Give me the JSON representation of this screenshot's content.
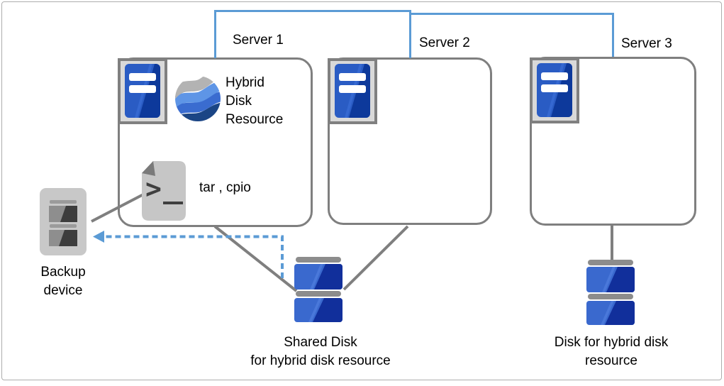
{
  "diagram": {
    "title_note": "hybrid disk backup diagram",
    "servers": [
      {
        "label": "Server 1"
      },
      {
        "label": "Server 2"
      },
      {
        "label": "Server 3"
      }
    ],
    "server1": {
      "resource_label": "Hybrid\nDisk\nResource",
      "backup_commands": "tar , cpio",
      "script_icon_glyph": ">"
    },
    "backup_device": {
      "label": "Backup\ndevice"
    },
    "shared_disk": {
      "label": "Shared Disk\nfor hybrid disk resource"
    },
    "hybrid_disk": {
      "label": "Disk for hybrid disk\nresource"
    },
    "colors": {
      "network_line": "#5B9BD5",
      "backup_flow_arrow": "#5B9BD5",
      "connector_line": "#7F7F7F",
      "box_border": "#7F7F7F",
      "server_blue": "#2A5CC4",
      "server_blue_dark": "#0D399B",
      "disk_blue": "#3A69CE",
      "disk_blue_dark": "#112F9B",
      "sphere_gray": "#B3B3B3",
      "sphere_light_blue": "#5E95E6",
      "sphere_royal_blue": "#3A6CD0",
      "sphere_navy": "#1B4585",
      "icon_gray": "#C6C6C6"
    }
  }
}
